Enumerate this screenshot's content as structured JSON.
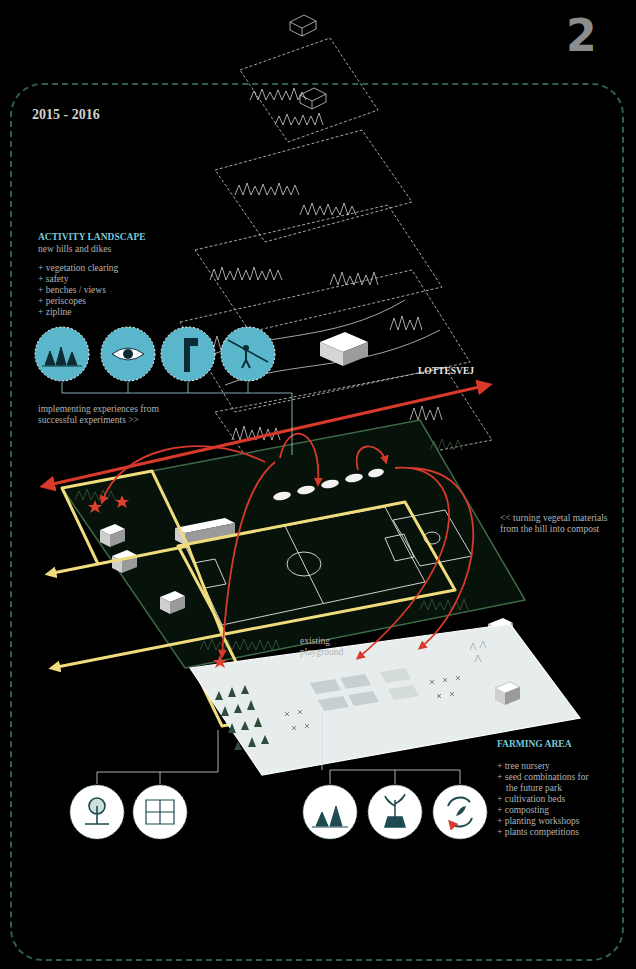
{
  "diagram": {
    "nodes": [
      {
        "text": [
          "2015 - 2016"
        ]
      }
    ],
    "labels": [
      "2",
      "ACTIVITY LANDSCAPE",
      "new hills and dikes",
      "+ vegetation clearing",
      "+ safety",
      "+ benches / views",
      "+ periscopes",
      "+ zipline",
      "implementing experiences from successful experiments >>",
      "LOTTESVEJ",
      "<< turning vegetal materials from the hill into compost",
      "existing playground",
      "FARMING AREA",
      "+ tree nursery",
      "+ seed combinations for the future park",
      "+ cultivation beds",
      "+ composting",
      "+ planting workshops",
      "+ plants competitions"
    ]
  }
}
